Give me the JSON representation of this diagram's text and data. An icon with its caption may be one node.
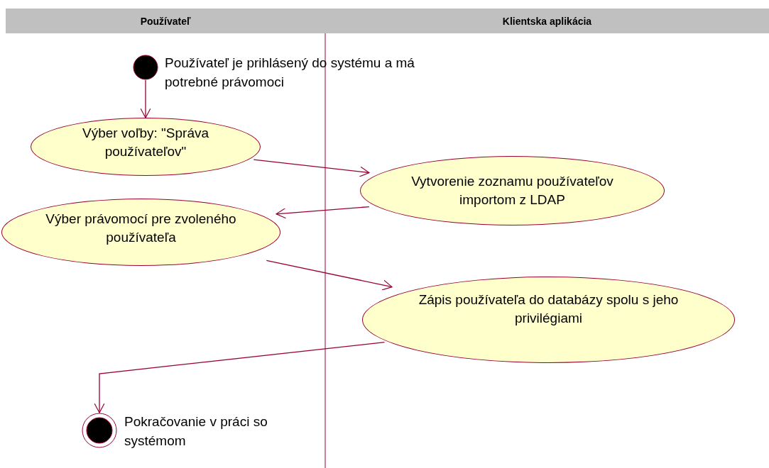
{
  "diagram": {
    "nodes": [
      {
        "text": [
          "Používateľ"
        ]
      },
      {
        "text": [
          "Klientska aplikácia"
        ]
      },
      {
        "text": [],
        "shape": "circle",
        "beside": [
          "Používateľ je prihlásený do systému a má potrebné právomoci"
        ]
      },
      {
        "text": [
          "Výber voľby: \"Správa používateľov\""
        ]
      },
      {
        "text": [
          "Vytvorenie zoznamu používateľov importom z LDAP"
        ]
      },
      {
        "text": [
          "Výber právomocí pre zvoleného používateľa"
        ]
      },
      {
        "text": [
          "Zápis používateľa do databázy spolu s jeho privilégiami"
        ]
      },
      {
        "text": [],
        "shape": "circle",
        "beside": [
          "Pokračovanie v práci so systémom"
        ]
      }
    ],
    "edges": [
      {
        "from": 2,
        "to": 3,
        "arrow": "to"
      },
      {
        "from": 3,
        "to": 4,
        "arrow": "to"
      },
      {
        "from": 4,
        "to": 5,
        "arrow": "to"
      },
      {
        "from": 5,
        "to": 6,
        "arrow": "to"
      },
      {
        "from": 6,
        "to": 7,
        "arrow": "to"
      }
    ]
  }
}
